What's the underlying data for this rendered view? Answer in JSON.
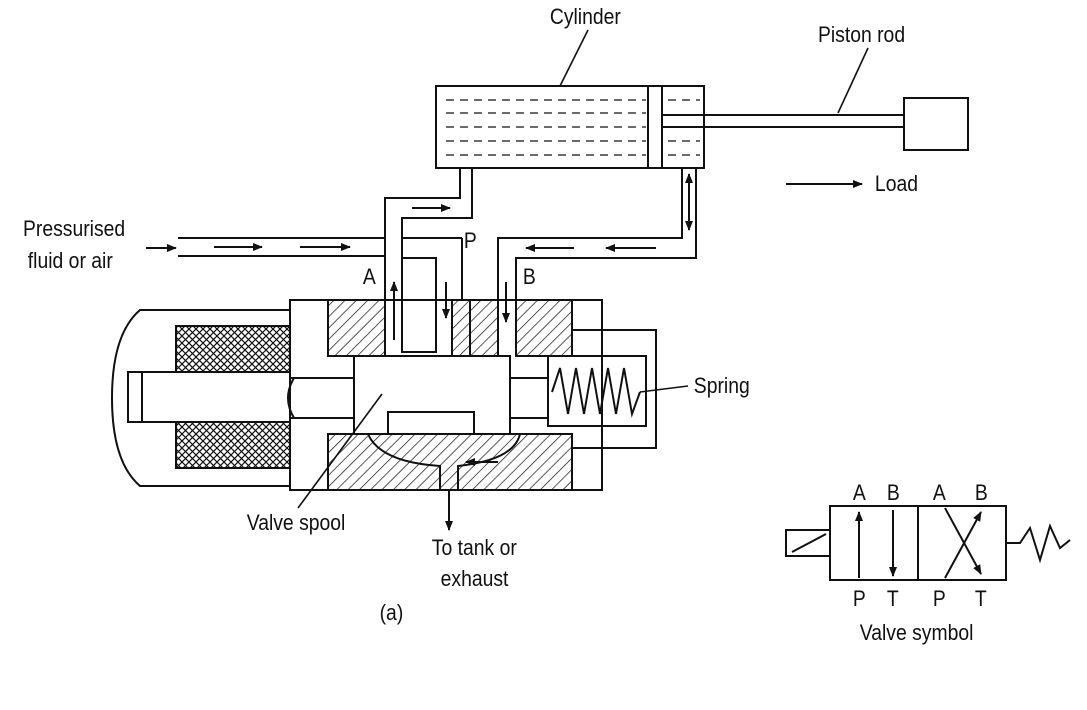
{
  "labels": {
    "cylinder": "Cylinder",
    "piston_rod": "Piston rod",
    "load": "Load",
    "pressurised_line1": "Pressurised",
    "pressurised_line2": "fluid or air",
    "port_p": "P",
    "port_a": "A",
    "port_b": "B",
    "spring": "Spring",
    "valve_spool": "Valve spool",
    "tank_line1": "To tank or",
    "tank_line2": "exhaust",
    "caption": "(a)"
  },
  "valve_symbol": {
    "top_ports": [
      "A",
      "B",
      "A",
      "B"
    ],
    "bottom_ports": [
      "P",
      "T",
      "P",
      "T"
    ],
    "title": "Valve symbol"
  }
}
